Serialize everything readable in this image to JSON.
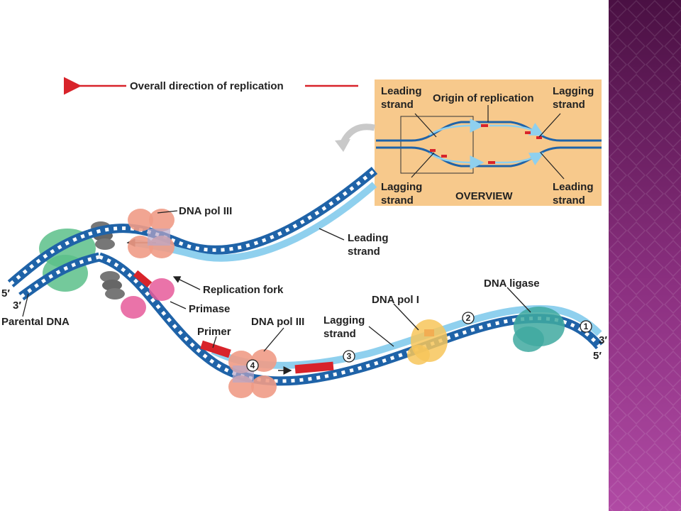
{
  "direction_label": "Overall direction of replication",
  "overview": {
    "leading_left": [
      "Leading",
      "strand"
    ],
    "origin": "Origin of replication",
    "lagging_right": [
      "Lagging",
      "strand"
    ],
    "lagging_left": [
      "Lagging",
      "strand"
    ],
    "title": "OVERVIEW",
    "leading_right": [
      "Leading",
      "strand"
    ]
  },
  "labels": {
    "dna_pol_iii_top": "DNA pol III",
    "leading_strand": [
      "Leading",
      "strand"
    ],
    "replication_fork": "Replication fork",
    "primase": "Primase",
    "parental_dna": "Parental DNA",
    "five_prime_left": "5′",
    "three_prime_left": "3′",
    "primer": "Primer",
    "dna_pol_iii_bottom": "DNA pol III",
    "lagging_strand": [
      "Lagging",
      "strand"
    ],
    "dna_pol_i": "DNA pol I",
    "dna_ligase": "DNA ligase",
    "three_prime_right": "3′",
    "five_prime_right": "5′"
  },
  "steps": [
    "1",
    "2",
    "3",
    "4"
  ],
  "colors": {
    "parental_strand": "#1f63a8",
    "new_strand": "#8fd0ee",
    "primer": "#d8232a",
    "arrow": "#d8232a",
    "overview_bg": "#f7c98c",
    "dna_pol_iii": "#ef9b86",
    "primase": "#e65a9a",
    "helicase": "#5cbf8a",
    "dna_pol_i": "#f7c65a",
    "dna_ligase": "#3fa9a0",
    "sidebar_dark": "#4a1043",
    "sidebar_light": "#b04aa4"
  }
}
